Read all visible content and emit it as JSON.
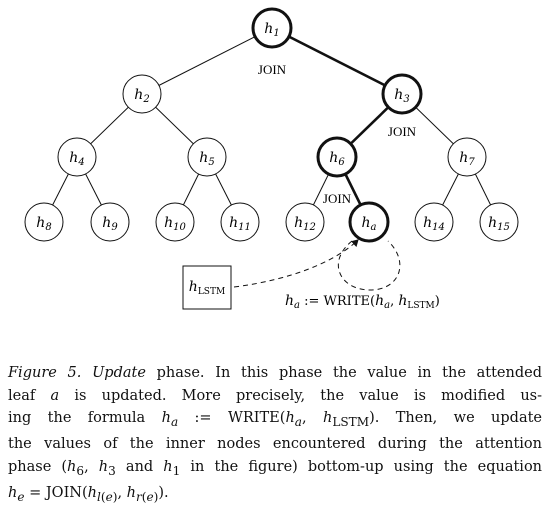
{
  "diagram": {
    "nodes": [
      {
        "id": "h1",
        "base": "h",
        "sub": "1"
      },
      {
        "id": "h2",
        "base": "h",
        "sub": "2"
      },
      {
        "id": "h3",
        "base": "h",
        "sub": "3"
      },
      {
        "id": "h4",
        "base": "h",
        "sub": "4"
      },
      {
        "id": "h5",
        "base": "h",
        "sub": "5"
      },
      {
        "id": "h6",
        "base": "h",
        "sub": "6"
      },
      {
        "id": "h7",
        "base": "h",
        "sub": "7"
      },
      {
        "id": "h8",
        "base": "h",
        "sub": "8"
      },
      {
        "id": "h9",
        "base": "h",
        "sub": "9"
      },
      {
        "id": "h10",
        "base": "h",
        "sub": "10"
      },
      {
        "id": "h11",
        "base": "h",
        "sub": "11"
      },
      {
        "id": "h12",
        "base": "h",
        "sub": "12"
      },
      {
        "id": "ha",
        "base": "h",
        "sub": "a"
      },
      {
        "id": "h14",
        "base": "h",
        "sub": "14"
      },
      {
        "id": "h15",
        "base": "h",
        "sub": "15"
      }
    ],
    "highlighted_nodes": [
      "h1",
      "h3",
      "h6",
      "ha"
    ],
    "join_label": "JOIN",
    "lstm_box": {
      "base": "h",
      "sub": "LSTM"
    },
    "write_formula": {
      "lhs_base": "h",
      "lhs_sub": "a",
      "assign": " := WRITE(",
      "arg1_base": "h",
      "arg1_sub": "a",
      "sep": ", ",
      "arg2_base": "h",
      "arg2_sub": "LSTM",
      "close": ")"
    }
  },
  "caption": {
    "lines": [
      "Figure 5. Update phase. In this phase the value in the attended",
      "leaf a is updated. More precisely, the value is modified us-",
      "ing the formula ha := WRITE(ha, hLSTM). Then, we update",
      "the values of the inner nodes encountered during the attention",
      "phase (h6, h3 and h1 in the figure) bottom-up using the equation",
      "he = JOIN(hl(e), hr(e))."
    ]
  }
}
